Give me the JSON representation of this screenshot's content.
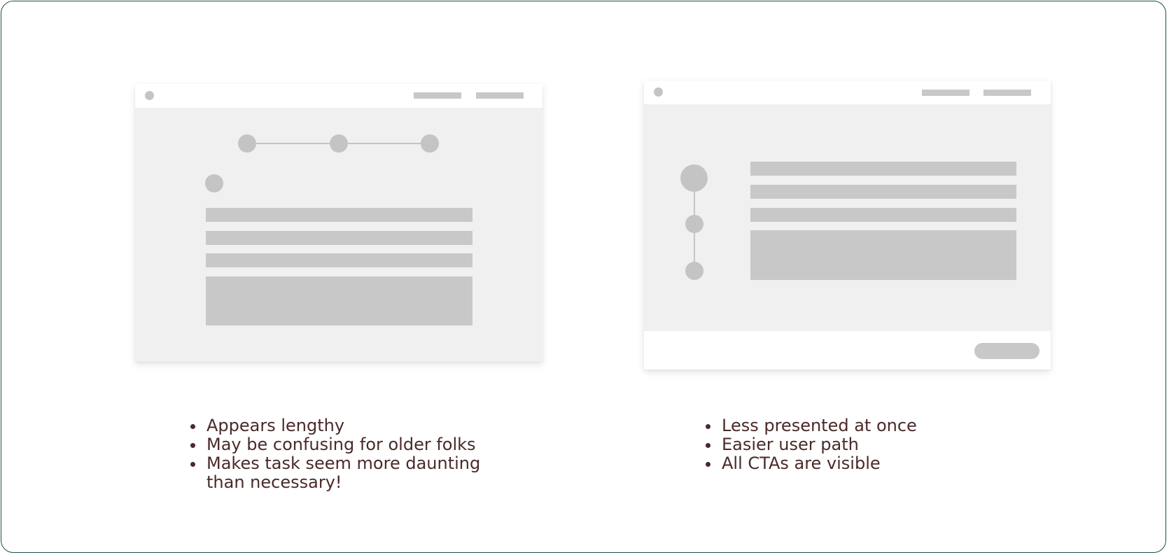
{
  "left_panel": {
    "notes": [
      "Appears lengthy",
      "May be confusing for older folks",
      "Makes task seem more daunting than necessary!"
    ]
  },
  "right_panel": {
    "notes": [
      "Less presented at once",
      "Easier user path",
      "All CTAs are visible"
    ]
  }
}
